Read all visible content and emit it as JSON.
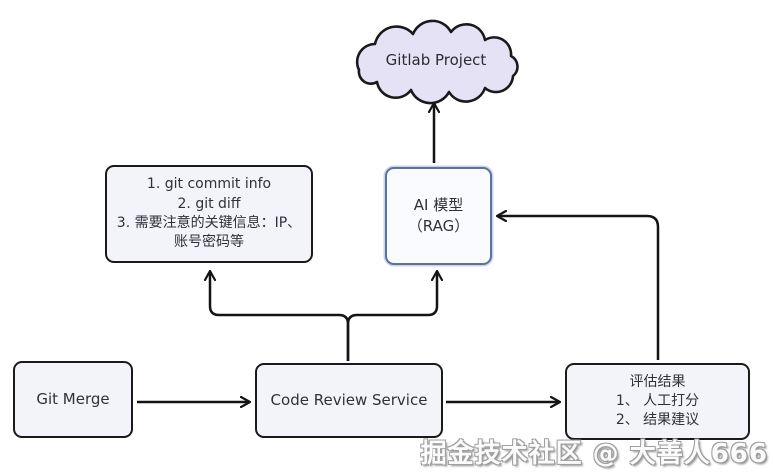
{
  "cloud": {
    "label": "Gitlab Project"
  },
  "info_box": {
    "line1": "1. git commit info",
    "line2": "2. git diff",
    "line3": "3. 需要注意的关键信息：IP、",
    "line4": "账号密码等"
  },
  "ai_box": {
    "line1": "AI 模型",
    "line2": "（RAG）"
  },
  "git_merge_box": {
    "label": "Git Merge"
  },
  "code_review_box": {
    "label": "Code Review Service"
  },
  "result_box": {
    "line1": "评估结果",
    "line2": "1、 人工打分",
    "line3": "2、 结果建议"
  },
  "watermark": "掘金技术社区 @ 大善人666",
  "colors": {
    "cloud_fill": "#e6e2f6",
    "node_fill": "#f3f4f9",
    "node_border": "#1a1a1a",
    "ai_border": "#5b739e",
    "arrow": "#141414"
  }
}
